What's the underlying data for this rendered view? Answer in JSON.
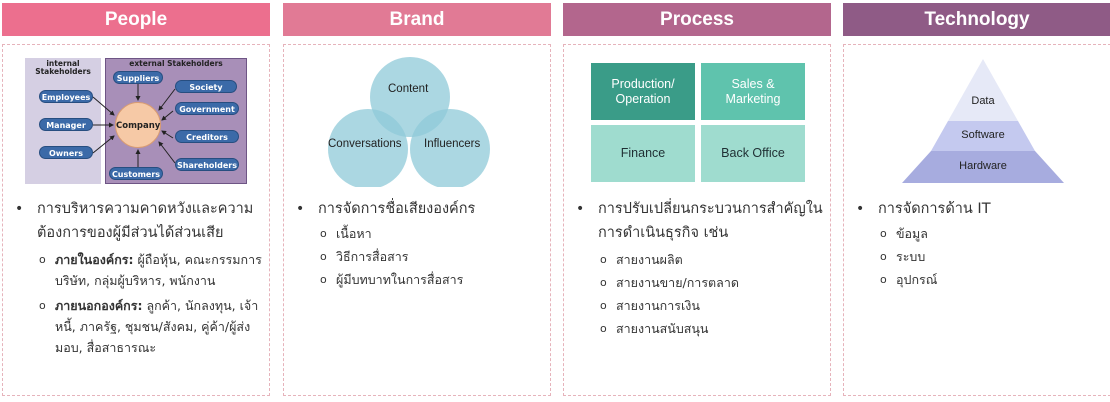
{
  "colors": {
    "people_header": "#ec6f8e",
    "brand_header": "#e17a95",
    "process_header": "#b3668d",
    "technology_header": "#8f5b86",
    "venn_circle": "#8fcad8",
    "process_dark": "#3a9c88",
    "process_mid": "#5fc3ad",
    "process_light": "#9fdccf",
    "pyramid_top": "#e6e9f7",
    "pyramid_mid": "#c4c9ef",
    "pyramid_bottom": "#a7acdf"
  },
  "people": {
    "header": "People",
    "diagram": {
      "internal_title": "internal Stakeholders",
      "external_title": "external Stakeholders",
      "center": "Company",
      "internal": [
        "Employees",
        "Manager",
        "Owners"
      ],
      "external": [
        "Suppliers",
        "Society",
        "Government",
        "Creditors",
        "Shareholders",
        "Customers"
      ]
    },
    "bullet": "การบริหารความคาดหวังและความต้องการของผู้มีส่วนได้ส่วนเสีย",
    "sub1_bold": "ภายในองค์กร:",
    "sub1_text": " ผู้ถือหุ้น, คณะกรรมการบริษัท, กลุ่มผู้บริหาร, พนักงาน",
    "sub2_bold": "ภายนอกองค์กร:",
    "sub2_text": " ลูกค้า, นักลงทุน, เจ้าหนี้, ภาครัฐ, ชุมชน/สังคม, คู่ค้า/ผู้ส่งมอบ, สื่อสาธารณะ"
  },
  "brand": {
    "header": "Brand",
    "venn": [
      "Content",
      "Conversations",
      "Influencers"
    ],
    "bullet": "การจัดการชื่อเสียงองค์กร",
    "subs": [
      "เนื้อหา",
      "วิธีการสื่อสาร",
      "ผู้มีบทบาทในการสื่อสาร"
    ]
  },
  "process": {
    "header": "Process",
    "boxes": [
      "Production/ Operation",
      "Sales & Marketing",
      "Finance",
      "Back Office"
    ],
    "bullet": "การปรับเปลี่ยนกระบวนการสำคัญในการดำเนินธุรกิจ เช่น",
    "subs": [
      "สายงานผลิต",
      "สายงานขาย/การตลาด",
      "สายงานการเงิน",
      "สายงานสนับสนุน"
    ]
  },
  "technology": {
    "header": "Technology",
    "pyramid": [
      "Data",
      "Software",
      "Hardware"
    ],
    "bullet": "การจัดการด้าน IT",
    "subs": [
      "ข้อมูล",
      "ระบบ",
      "อุปกรณ์"
    ]
  }
}
